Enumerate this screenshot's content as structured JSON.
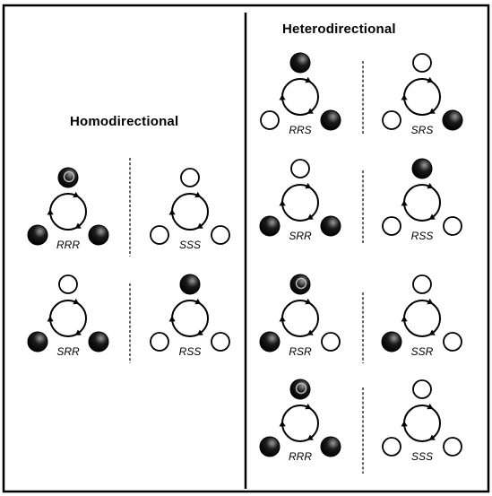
{
  "figure": {
    "homodirectional": {
      "title": "Homodirectional",
      "cells": [
        {
          "label": "RRR",
          "balls": [
            "black-ring",
            "black",
            "black"
          ]
        },
        {
          "label": "SSS",
          "balls": [
            "white",
            "white",
            "white"
          ]
        },
        {
          "label": "SRR",
          "balls": [
            "white",
            "black",
            "black"
          ]
        },
        {
          "label": "RSS",
          "balls": [
            "black",
            "white",
            "white"
          ]
        }
      ]
    },
    "heterodirectional": {
      "title": "Heterodirectional",
      "cells": [
        {
          "label": "RRS",
          "balls": [
            "black",
            "white",
            "black"
          ]
        },
        {
          "label": "SRS",
          "balls": [
            "white",
            "white",
            "black"
          ]
        },
        {
          "label": "SRR",
          "balls": [
            "white",
            "black",
            "black"
          ]
        },
        {
          "label": "RSS",
          "balls": [
            "black",
            "white",
            "white"
          ]
        },
        {
          "label": "RSR",
          "balls": [
            "black-ring",
            "black",
            "white"
          ]
        },
        {
          "label": "SSR",
          "balls": [
            "white",
            "black",
            "white"
          ]
        },
        {
          "label": "RRR",
          "balls": [
            "black-ring",
            "black",
            "black"
          ]
        },
        {
          "label": "SSS",
          "balls": [
            "white",
            "white",
            "white"
          ]
        }
      ]
    }
  },
  "colors": {
    "ink": "#000000",
    "paper": "#ffffff",
    "ball_highlight": "#9a9a9a"
  }
}
